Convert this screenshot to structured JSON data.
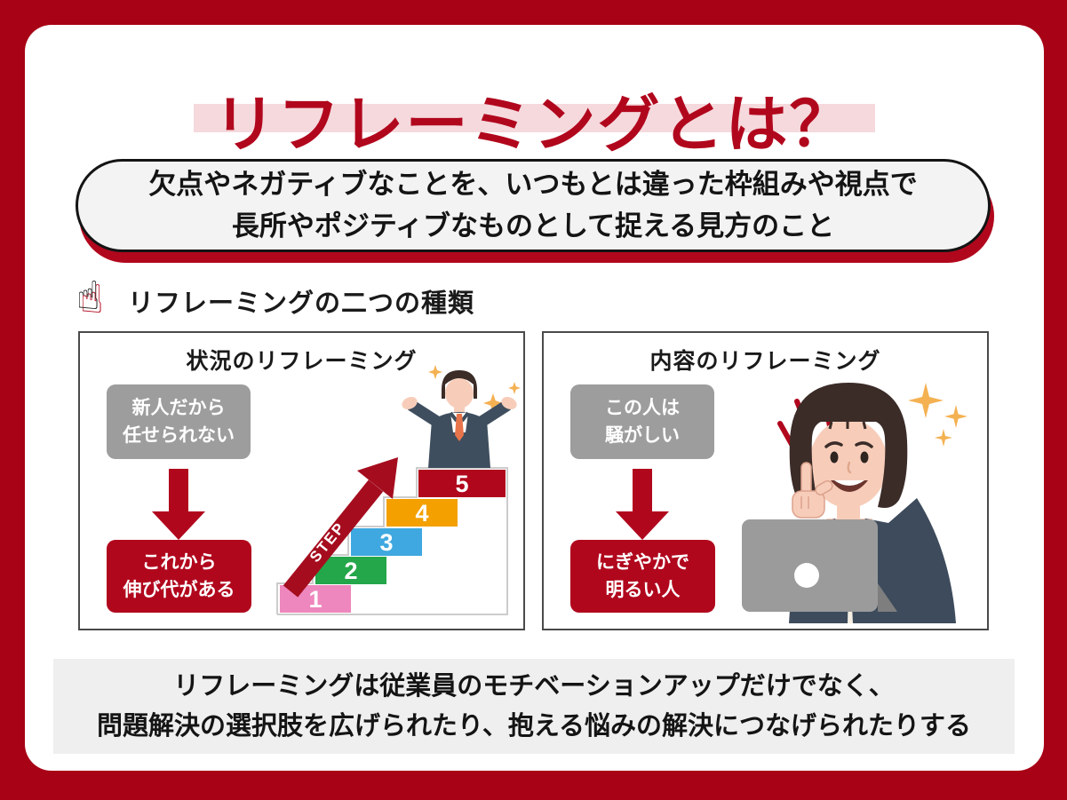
{
  "title": {
    "text": "リフレーミングとは？"
  },
  "definition": {
    "line1": "欠点やネガティブなことを、いつもとは違った枠組みや視点で",
    "line2": "長所やポジティブなものとして捉える見方のこと"
  },
  "section": {
    "heading": "リフレーミングの二つの種類"
  },
  "icons": {
    "pointing_hand": "☝"
  },
  "panels": [
    {
      "title": "状況のリフレーミング",
      "negative_label": {
        "line1": "新人だから",
        "line2": "任せられない"
      },
      "positive_label": {
        "line1": "これから",
        "line2": "伸び代がある"
      },
      "steps": {
        "arrow_label": "STEP",
        "labels": [
          "1",
          "2",
          "3",
          "4",
          "5"
        ],
        "colors": [
          "#EE87BD",
          "#24A64A",
          "#3FA8E0",
          "#F3A000",
          "#B1071D"
        ]
      },
      "illustration": "businessman-open-arms"
    },
    {
      "title": "内容のリフレーミング",
      "negative_label": {
        "line1": "この人は",
        "line2": "騒がしい"
      },
      "positive_label": {
        "line1": "にぎやかで",
        "line2": "明るい人"
      },
      "illustration": "woman-pointing-with-laptop"
    }
  ],
  "footer": {
    "line1": "リフレーミングは従業員のモチベーションアップだけでなく、",
    "line2": "問題解決の選択肢を広げられたり、抱える悩みの解決につなげられたりする"
  },
  "colors": {
    "frame_red": "#A80216",
    "accent_red": "#B1071D",
    "highlight_pink": "#F5D9DD",
    "negative_gray": "#9D9D9D",
    "footer_gray": "#EFEFEF",
    "definition_bg": "#F3F3F3",
    "panel_border": "#4A4A4A"
  }
}
